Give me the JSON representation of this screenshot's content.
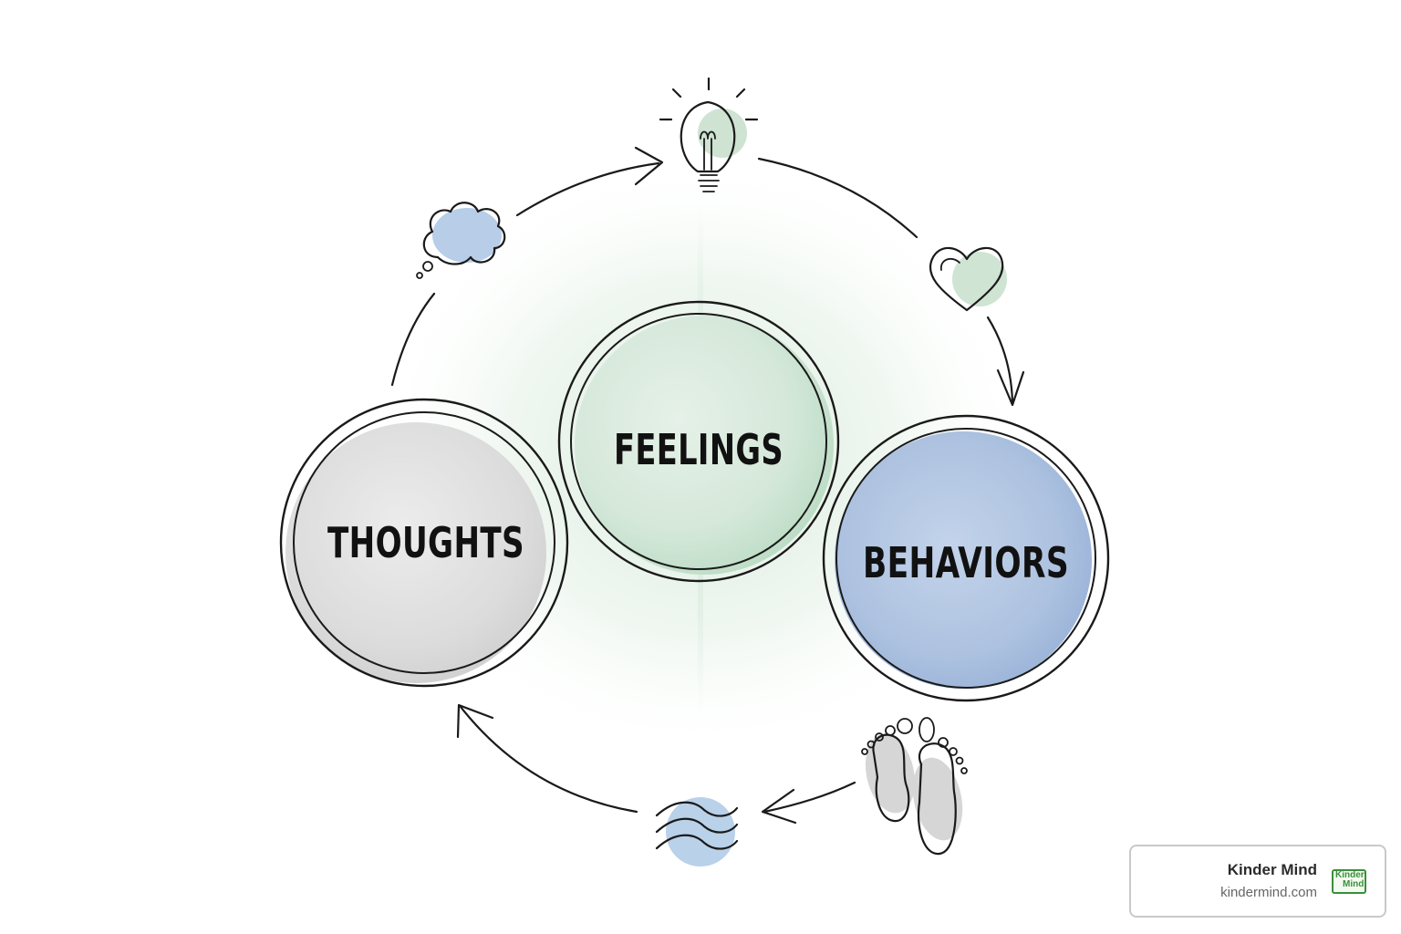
{
  "diagram": {
    "nodes": [
      {
        "id": "thoughts",
        "label": "THOUGHTS",
        "fill": "#d9d9d9"
      },
      {
        "id": "feelings",
        "label": "FEELINGS",
        "fill": "#cfe6d6"
      },
      {
        "id": "behaviors",
        "label": "BEHAVIORS",
        "fill": "#a8bedf"
      }
    ],
    "cycle_icons": [
      "thought-cloud-icon",
      "lightbulb-icon",
      "heart-icon",
      "footprints-icon",
      "waves-icon"
    ],
    "colors": {
      "ink": "#1a1a1a",
      "gray_wash": "#d9d9d9",
      "green_wash": "#cfe6d6",
      "blue_wash": "#a8bedf"
    }
  },
  "brand": {
    "name": "Kinder Mind",
    "url": "kindermind.com",
    "logo_text_top": "Kinder",
    "logo_text_bottom": "Mind"
  }
}
